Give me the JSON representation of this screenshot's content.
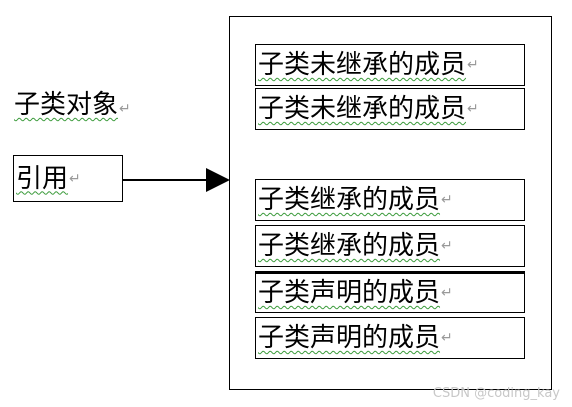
{
  "object_label": "子类对象",
  "reference_label": "引用",
  "pilcrow": "↵",
  "groups": {
    "inherited_unaccessible": [
      "子类未继承的成员",
      "子类未继承的成员"
    ],
    "inherited": [
      "子类继承的成员",
      "子类继承的成员"
    ],
    "declared": [
      "子类声明的成员",
      "子类声明的成员"
    ]
  },
  "watermark": "CSDN @coding_kay"
}
